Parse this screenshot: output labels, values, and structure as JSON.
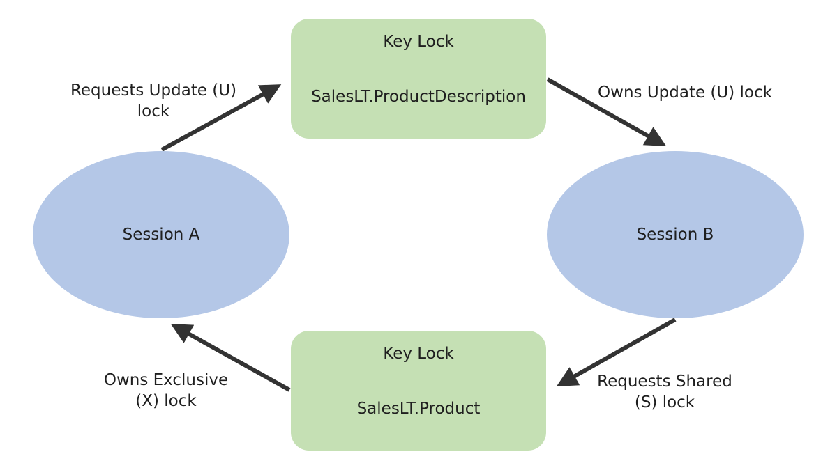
{
  "nodes": {
    "key_lock_top": {
      "lock_type": "Key Lock",
      "object": "SalesLT.ProductDescription"
    },
    "key_lock_bottom": {
      "lock_type": "Key Lock",
      "object": "SalesLT.Product"
    },
    "session_a": {
      "label": "Session A"
    },
    "session_b": {
      "label": "Session B"
    }
  },
  "edges": {
    "a_to_top": {
      "line1": "Requests Update (U)",
      "line2": "lock"
    },
    "top_to_b": {
      "line1": "Owns Update (U) lock",
      "line2": ""
    },
    "b_to_bottom": {
      "line1": "Requests Shared",
      "line2": "(S) lock"
    },
    "bottom_to_a": {
      "line1": "Owns Exclusive",
      "line2": "(X) lock"
    }
  },
  "colors": {
    "lock_box": "#c5e0b4",
    "session": "#b4c7e7",
    "arrow": "#333333"
  }
}
